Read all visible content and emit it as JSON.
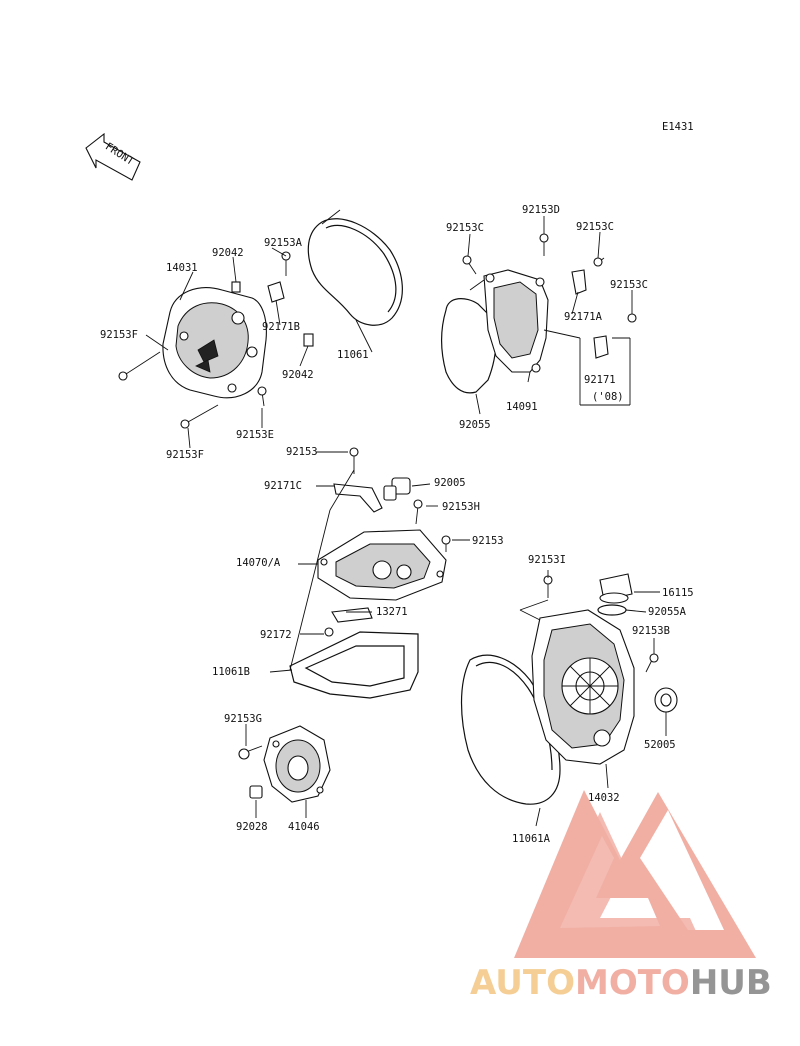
{
  "diagram_code": "E1431",
  "front_label": "FRONT",
  "labels": {
    "p92153D": "92153D",
    "p92153C_a": "92153C",
    "p92153C_b": "92153C",
    "p92153C_c": "92153C",
    "p92042_a": "92042",
    "p92153A": "92153A",
    "p14031": "14031",
    "p92171B": "92171B",
    "p92153F_a": "92153F",
    "p11061": "11061",
    "p92042_b": "92042",
    "p92153E": "92153E",
    "p92153F_b": "92153F",
    "p92171A": "92171A",
    "p92171": "92171",
    "p08": "('08)",
    "p14091": "14091",
    "p92055": "92055",
    "p92153_a": "92153",
    "p92171C": "92171C",
    "p92005": "92005",
    "p92153H": "92153H",
    "p92153_b": "92153",
    "p14070A": "14070/A",
    "p13271": "13271",
    "p92172": "92172",
    "p11061B": "11061B",
    "p92153I": "92153I",
    "p16115": "16115",
    "p92055A": "92055A",
    "p92153B": "92153B",
    "p52005": "52005",
    "p14032": "14032",
    "p11061A": "11061A",
    "p92153G": "92153G",
    "p92028": "92028",
    "p41046": "41046"
  },
  "watermark": {
    "part1": "AUTO",
    "part2": "MOTO",
    "part3": "HUB",
    "color_main": "#f0a79b",
    "color_accent": "#f5c98a",
    "color_dark": "#8a8a8a"
  }
}
